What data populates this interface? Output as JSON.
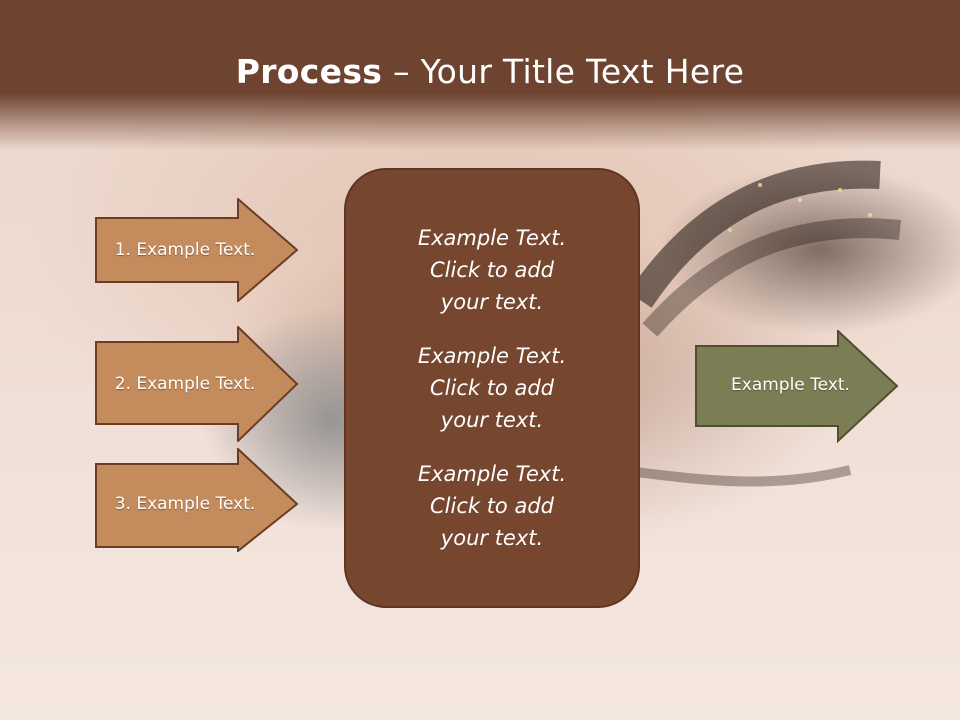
{
  "slide": {
    "title_bold": "Process",
    "title_rest": " – Your Title Text Here",
    "input_steps": [
      {
        "label": "1. Example Text."
      },
      {
        "label": "2. Example Text."
      },
      {
        "label": "3. Example Text."
      }
    ],
    "center_blocks": [
      {
        "line1": "Example Text.",
        "line2": "Click  to add",
        "line3": "your text."
      },
      {
        "line1": "Example Text.",
        "line2": "Click  to add",
        "line3": "your text."
      },
      {
        "line1": "Example Text.",
        "line2": "Click  to add",
        "line3": "your text."
      }
    ],
    "output": {
      "label": "Example Text."
    }
  },
  "colors": {
    "header_brown": "#6e4330",
    "arrow_fill": "#c48b5c",
    "arrow_border": "#6a3d24",
    "center_fill": "#76462f",
    "output_fill": "#7d7d55"
  }
}
